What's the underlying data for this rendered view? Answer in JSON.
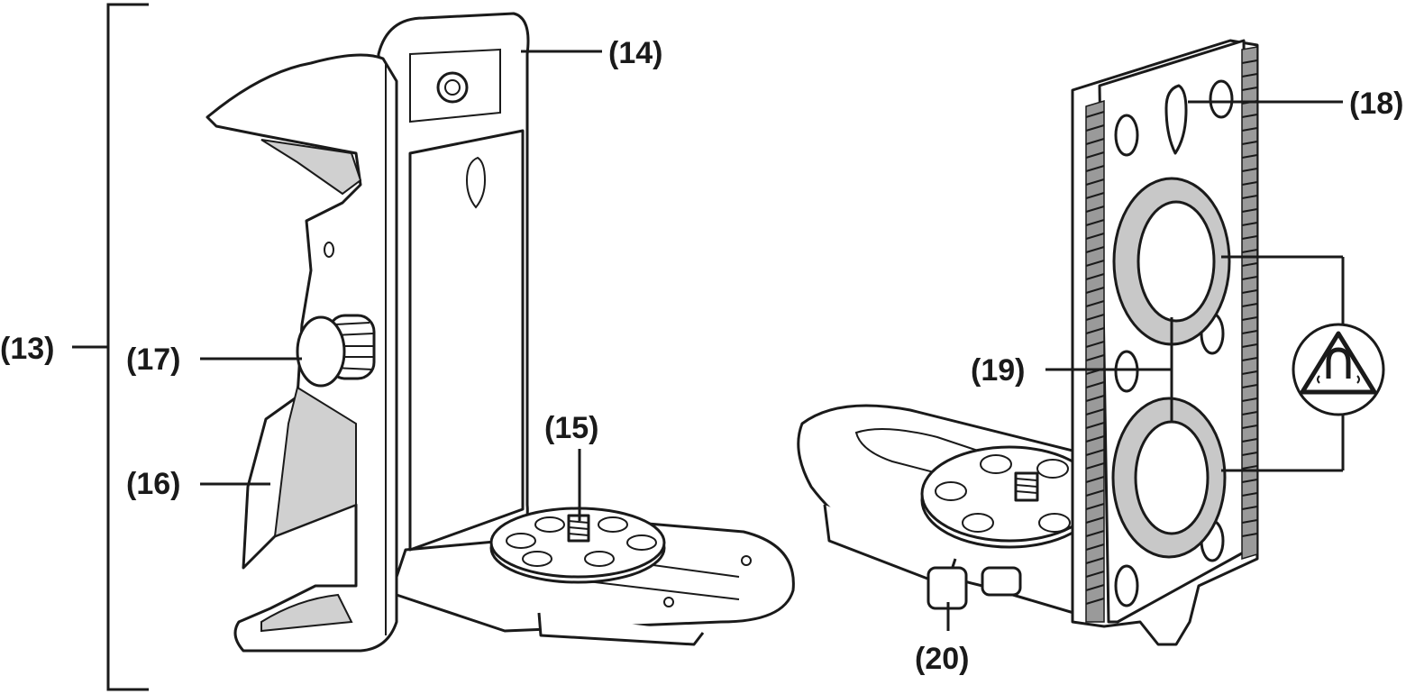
{
  "labels": {
    "l13": "(13)",
    "l14": "(14)",
    "l15": "(15)",
    "l16": "(16)",
    "l17": "(17)",
    "l18": "(18)",
    "l19": "(19)",
    "l20": "(20)"
  },
  "icons": {
    "warning": "magnet-warning-icon"
  },
  "colors": {
    "line": "#1a1a1a",
    "shade": "#d0d0d0",
    "ring": "#c8c8c8"
  }
}
